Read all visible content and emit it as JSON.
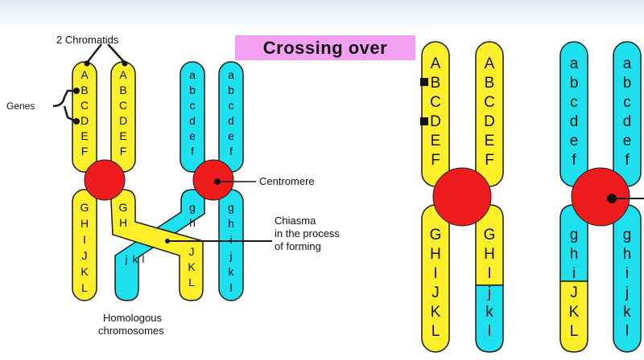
{
  "title": "Crossing over",
  "labels": {
    "chromatids": "2 Chromatids",
    "genes": "Genes",
    "centromere": "Centromere",
    "chiasma_line1": "Chiasma",
    "chiasma_line2": "in the process",
    "chiasma_line3": "of forming",
    "homologous_line1": "Homologous",
    "homologous_line2": "chromosomes"
  },
  "gene_sets": {
    "upper_dominant": [
      "A",
      "B",
      "C",
      "D",
      "E",
      "F"
    ],
    "upper_recessive": [
      "a",
      "b",
      "c",
      "d",
      "e",
      "f"
    ],
    "lower_dominant": [
      "G",
      "H",
      "I",
      "J",
      "K",
      "L"
    ],
    "lower_recessive": [
      "g",
      "h",
      "i",
      "j",
      "k",
      "l"
    ]
  },
  "colors": {
    "yellow": "#ffef2a",
    "cyan": "#1ee0ee",
    "centromere": "#ee1c1c",
    "title_bg": "#f2a0f2",
    "outline": "#1a1a1a"
  }
}
